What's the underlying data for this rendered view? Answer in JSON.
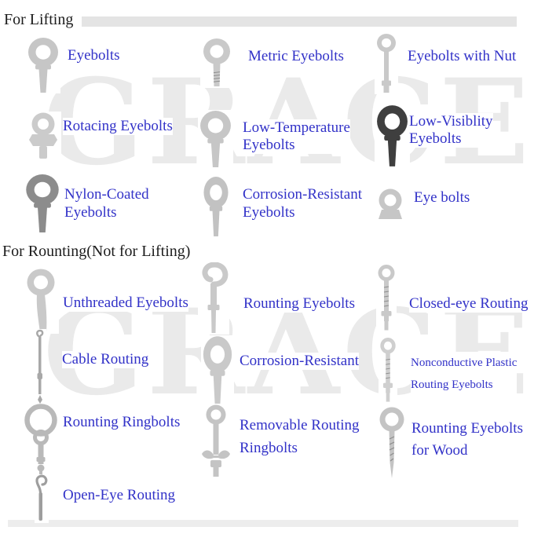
{
  "page": {
    "watermark_text": "GRACE",
    "colors": {
      "link_blue": "#3232c8",
      "heading_black": "#1c1c1c",
      "watermark_gray": "#eaeaea",
      "top_bar_gray": "#e4e4e4",
      "bottom_bar_gray": "#ededed",
      "icon_gray": "#c6c6c6",
      "icon_dark": "#3f3f3f"
    }
  },
  "sections": [
    {
      "title": "For Lifting",
      "items": [
        {
          "icon": "shoulder-eyebolt-icon",
          "line1": "Eyebolts"
        },
        {
          "icon": "metric-eyebolt-icon",
          "line1": "Metric Eyebolts"
        },
        {
          "icon": "eyebolt-with-nut-icon",
          "line1": "Eyebolts with Nut"
        },
        {
          "icon": "rotating-eyebolt-icon",
          "line1": "Rotacing Eyebolts"
        },
        {
          "icon": "long-shank-eyebolt-icon",
          "line1": "Low-Temperature",
          "line2": "Eyebolts"
        },
        {
          "icon": "black-eyebolt-icon",
          "line1": "Low-Visiblity",
          "line2": "Eyebolts"
        },
        {
          "icon": "coated-eyebolt-icon",
          "line1": "Nylon-Coated",
          "line2": "Eyebolts"
        },
        {
          "icon": "stainless-eyebolt-icon",
          "line1": "Corrosion-Resistant",
          "line2": "Eyebolts"
        },
        {
          "icon": "eye-nut-icon",
          "line1": "Eye bolts"
        }
      ]
    },
    {
      "title": "For Rounting(Not for Lifting)",
      "items": [
        {
          "icon": "unthreaded-eyebolt-icon",
          "line1": "Unthreaded Eyebolts"
        },
        {
          "icon": "hook-eyebolt-icon",
          "line1": "Rounting Eyebolts"
        },
        {
          "icon": "closed-eye-bolt-icon",
          "line1": "Closed-eye Routing"
        },
        {
          "icon": "cable-rod-icon",
          "line1": "Cable Routing"
        },
        {
          "icon": "routing-eyebolt-icon",
          "line1": "Corrosion-Resistant"
        },
        {
          "icon": "plastic-eyebolt-icon",
          "line1": "Nonconductive Plastic",
          "line2": "Routing Eyebolts"
        },
        {
          "icon": "ringbolt-icon",
          "line1": "Rounting Ringbolts"
        },
        {
          "icon": "wingnut-ringbolt-icon",
          "line1": "Removable Routing",
          "line2": "Ringbolts"
        },
        {
          "icon": "wood-screw-eyebolt-icon",
          "line1": "Rounting Eyebolts",
          "line2": "for Wood"
        },
        {
          "icon": "open-hook-icon",
          "line1": "Open-Eye Routing"
        }
      ]
    }
  ]
}
